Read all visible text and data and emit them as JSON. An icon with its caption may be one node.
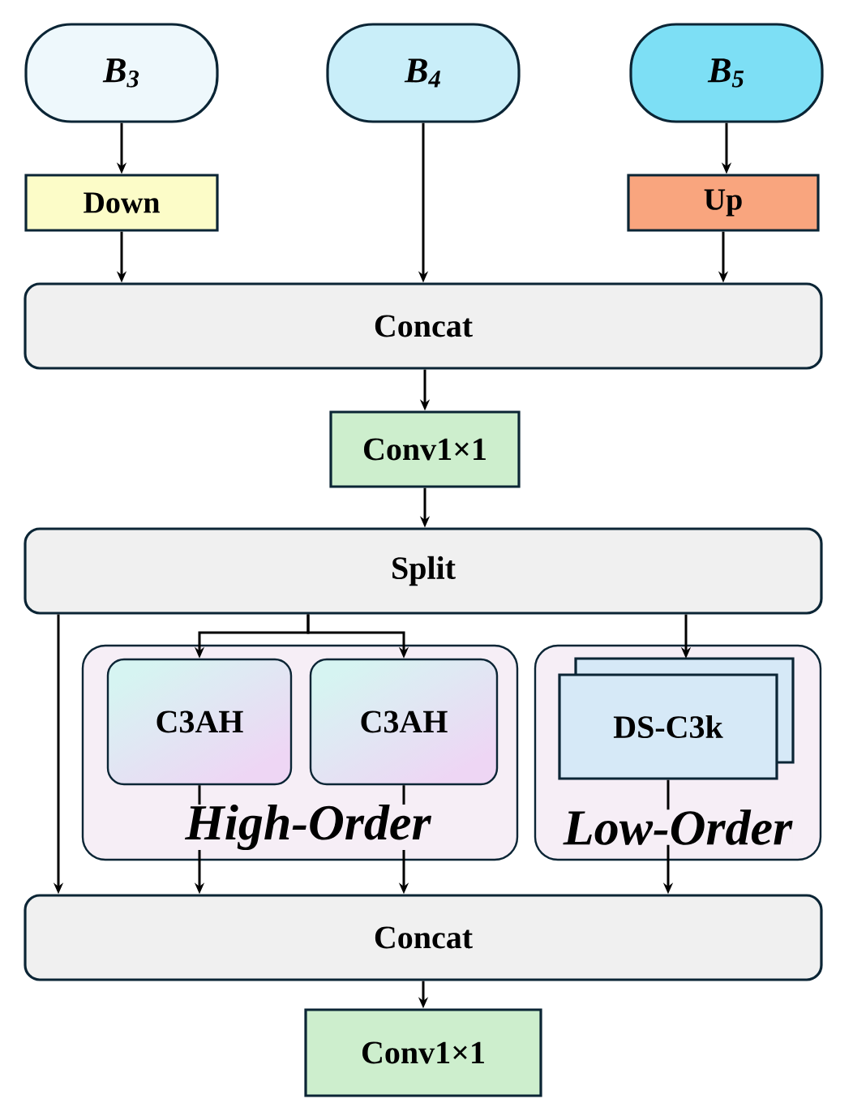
{
  "diagram": {
    "nodes": [
      {
        "text": [
          "B$_{3}$"
        ]
      },
      {
        "text": [
          "B$_{4}$"
        ]
      },
      {
        "text": [
          "B$_{5}$"
        ]
      },
      {
        "text": [
          "Down"
        ]
      },
      {
        "text": [
          "Up"
        ]
      },
      {
        "text": [
          "Concat"
        ]
      },
      {
        "text": [
          "Conv1×1"
        ]
      },
      {
        "text": [
          "Split"
        ]
      },
      {
        "text": [
          "High-Order"
        ]
      },
      {
        "text": [
          "C3AH"
        ],
        "in": 8
      },
      {
        "text": [
          "C3AH"
        ],
        "in": 8
      },
      {
        "text": [
          "Low-Order"
        ]
      },
      {
        "text": [
          "DS-C3k"
        ],
        "in": 11
      },
      {
        "text": [
          "Concat"
        ]
      },
      {
        "text": [
          "Conv1×1"
        ]
      }
    ],
    "edges": [
      {
        "from": 0,
        "to": 3,
        "arrow": "to"
      },
      {
        "from": 3,
        "to": 5,
        "arrow": "to"
      },
      {
        "from": 1,
        "to": 5,
        "arrow": "to"
      },
      {
        "from": 2,
        "to": 4,
        "arrow": "to"
      },
      {
        "from": 4,
        "to": 5,
        "arrow": "to"
      },
      {
        "from": 5,
        "to": 6,
        "arrow": "to"
      },
      {
        "from": 6,
        "to": 7,
        "arrow": "to"
      },
      {
        "from": 7,
        "to": 13,
        "arrow": "to"
      },
      {
        "from": 7,
        "to": 9,
        "arrow": "to"
      },
      {
        "from": 7,
        "to": 10,
        "arrow": "to"
      },
      {
        "from": 7,
        "to": 12,
        "arrow": "to"
      },
      {
        "from": 9,
        "to": 13,
        "arrow": "to"
      },
      {
        "from": 10,
        "to": 13,
        "arrow": "to"
      },
      {
        "from": 12,
        "to": 13,
        "arrow": "to"
      },
      {
        "from": 13,
        "to": 14,
        "arrow": "to"
      }
    ]
  }
}
